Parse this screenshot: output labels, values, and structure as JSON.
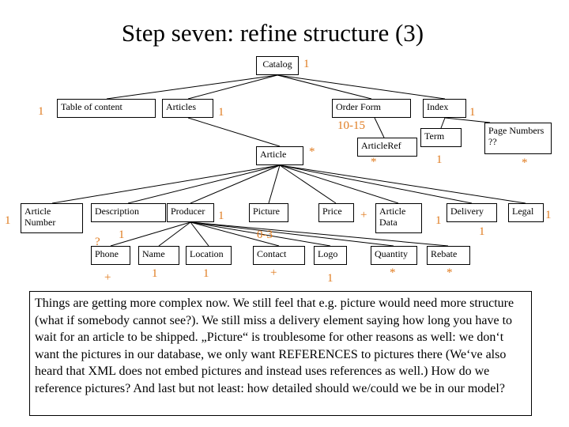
{
  "title": "Step seven: refine structure (3)",
  "colors": {
    "cardinality": "#e07b1f",
    "line": "#000000",
    "box": "#000000"
  },
  "nodes": [
    {
      "id": "catalog",
      "label": "Catalog"
    },
    {
      "id": "toc",
      "label": "Table of content"
    },
    {
      "id": "articles",
      "label": "Articles"
    },
    {
      "id": "orderform",
      "label": "Order Form"
    },
    {
      "id": "index",
      "label": "Index"
    },
    {
      "id": "term",
      "label": "Term"
    },
    {
      "id": "pagenumbers",
      "label": "Page Numbers\n??"
    },
    {
      "id": "articleref",
      "label": "ArticleRef"
    },
    {
      "id": "article",
      "label": "Article"
    },
    {
      "id": "articlenumber",
      "label": "Article\nNumber"
    },
    {
      "id": "description",
      "label": "Description"
    },
    {
      "id": "producer",
      "label": "Producer"
    },
    {
      "id": "picture",
      "label": "Picture"
    },
    {
      "id": "price",
      "label": "Price"
    },
    {
      "id": "articledata",
      "label": "Article\nData"
    },
    {
      "id": "delivery",
      "label": "Delivery"
    },
    {
      "id": "legal",
      "label": "Legal"
    },
    {
      "id": "phone",
      "label": "Phone"
    },
    {
      "id": "name",
      "label": "Name"
    },
    {
      "id": "location",
      "label": "Location"
    },
    {
      "id": "contact",
      "label": "Contact"
    },
    {
      "id": "logo",
      "label": "Logo"
    },
    {
      "id": "quantity",
      "label": "Quantity"
    },
    {
      "id": "rebate",
      "label": "Rebate"
    }
  ],
  "cardinalities": [
    {
      "id": "catalog",
      "text": "1"
    },
    {
      "id": "toc",
      "text": "1"
    },
    {
      "id": "articles",
      "text": "1"
    },
    {
      "id": "orderform",
      "text": "10-15"
    },
    {
      "id": "index",
      "text": "1"
    },
    {
      "id": "term",
      "text": "1"
    },
    {
      "id": "pagenumbers",
      "text": "*"
    },
    {
      "id": "articleref",
      "text": "*"
    },
    {
      "id": "article",
      "text": "*"
    },
    {
      "id": "articlenumber",
      "text": "1"
    },
    {
      "id": "producer",
      "text": "1"
    },
    {
      "id": "price",
      "text": "+"
    },
    {
      "id": "articledata",
      "text": "1"
    },
    {
      "id": "legal",
      "text": "1"
    },
    {
      "id": "delivery",
      "text": "1"
    },
    {
      "id": "description",
      "text": "1"
    },
    {
      "id": "description-q",
      "text": "?"
    },
    {
      "id": "picture",
      "text": "0-3"
    },
    {
      "id": "phone",
      "text": "+"
    },
    {
      "id": "name",
      "text": "1"
    },
    {
      "id": "location",
      "text": "1"
    },
    {
      "id": "contact",
      "text": "+"
    },
    {
      "id": "logo",
      "text": "1"
    },
    {
      "id": "quantity",
      "text": "*"
    },
    {
      "id": "rebate",
      "text": "*"
    },
    {
      "id": "note-overlap",
      "text": "1"
    }
  ],
  "note": "Things are getting more complex now. We still feel that e.g. picture would need more structure (what if somebody cannot see?). We still miss a delivery element saying how long you have to wait for an article to be shipped. „Picture“ is troublesome for other reasons as well: we don‘t want the pictures in our database, we only want REFERENCES to pictures there (We‘ve also heard that XML does not embed pictures and instead uses references as well.) How do we reference pictures? And last but not least: how detailed should we/could we be in our model?"
}
